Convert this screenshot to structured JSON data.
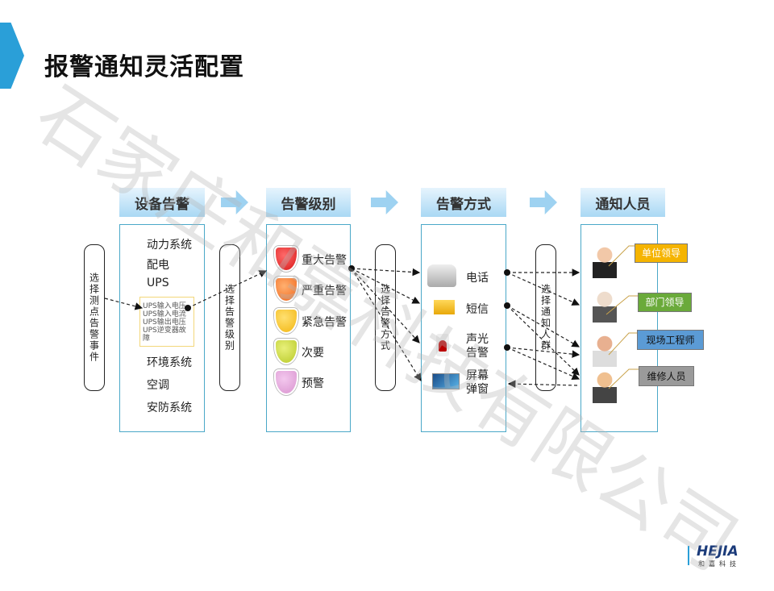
{
  "title": "报警通知灵活配置",
  "watermark": "石家庄和嘉科技有限公司",
  "headers": [
    "设备告警",
    "告警级别",
    "告警方式",
    "通知人员"
  ],
  "brackets": [
    "选择测点告警事件",
    "选择告警级别",
    "选择告警方式",
    "选择通知人群"
  ],
  "devices": [
    "动力系统",
    "配电",
    "UPS",
    "环境系统",
    "空调",
    "安防系统"
  ],
  "ups_events": [
    "UPS输入电压",
    "UPS输入电流",
    "UPS输出电压",
    "UPS逆变器故障"
  ],
  "levels": [
    {
      "label": "重大告警",
      "color": "#d81818"
    },
    {
      "label": "严重告警",
      "color": "#f0651a"
    },
    {
      "label": "紧急告警",
      "color": "#f2b510"
    },
    {
      "label": "次要",
      "color": "#b8c928"
    },
    {
      "label": "预警",
      "color": "#d993cf"
    }
  ],
  "methods": [
    {
      "label": "电话",
      "icon": "phone-icon"
    },
    {
      "label": "短信",
      "icon": "envelope-icon"
    },
    {
      "label": "声光告警",
      "icon": "alarm-light-icon"
    },
    {
      "label": "屏幕弹窗",
      "icon": "screen-icon"
    }
  ],
  "people": [
    {
      "label": "单位领导",
      "color": "#f5b400"
    },
    {
      "label": "部门领导",
      "color": "#6aaa3a"
    },
    {
      "label": "现场工程师",
      "color": "#5b9bd5"
    },
    {
      "label": "维修人员",
      "color": "#9a9a9a"
    }
  ],
  "logo": {
    "brand": "HEJIA",
    "sub": "和嘉科技"
  }
}
